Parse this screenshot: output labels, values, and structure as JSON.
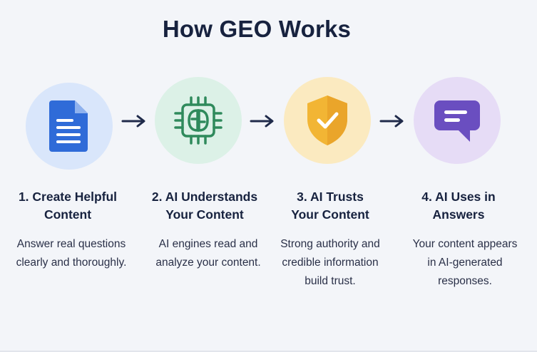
{
  "title": "How GEO Works",
  "steps": [
    {
      "heading_line1": "1. Create Helpful",
      "heading_line2": "Content",
      "desc_line1": "Answer real questions",
      "desc_line2": "clearly and thoroughly.",
      "desc_line3": "",
      "icon": "document-icon",
      "circle_color": "#d9e6fb",
      "accent": "#2f6bd8"
    },
    {
      "heading_line1": "2. AI Understands",
      "heading_line2": "Your Content",
      "desc_line1": "AI engines read and",
      "desc_line2": "analyze your content.",
      "desc_line3": "",
      "icon": "cpu-chip-icon",
      "circle_color": "#dcf1e7",
      "accent": "#2f8a5c"
    },
    {
      "heading_line1": "3. AI Trusts",
      "heading_line2": "Your Content",
      "desc_line1": "Strong authority and",
      "desc_line2": "credible information",
      "desc_line3": "build trust.",
      "icon": "shield-check-icon",
      "circle_color": "#fbeac0",
      "accent": "#f2b534"
    },
    {
      "heading_line1": "4. AI Uses in",
      "heading_line2": "Answers",
      "desc_line1": "Your content appears",
      "desc_line2": "in AI-generated",
      "desc_line3": "responses.",
      "icon": "chat-bubble-icon",
      "circle_color": "#e6dcf6",
      "accent": "#6a4ec0"
    }
  ],
  "arrow_color": "#1f2a4a"
}
